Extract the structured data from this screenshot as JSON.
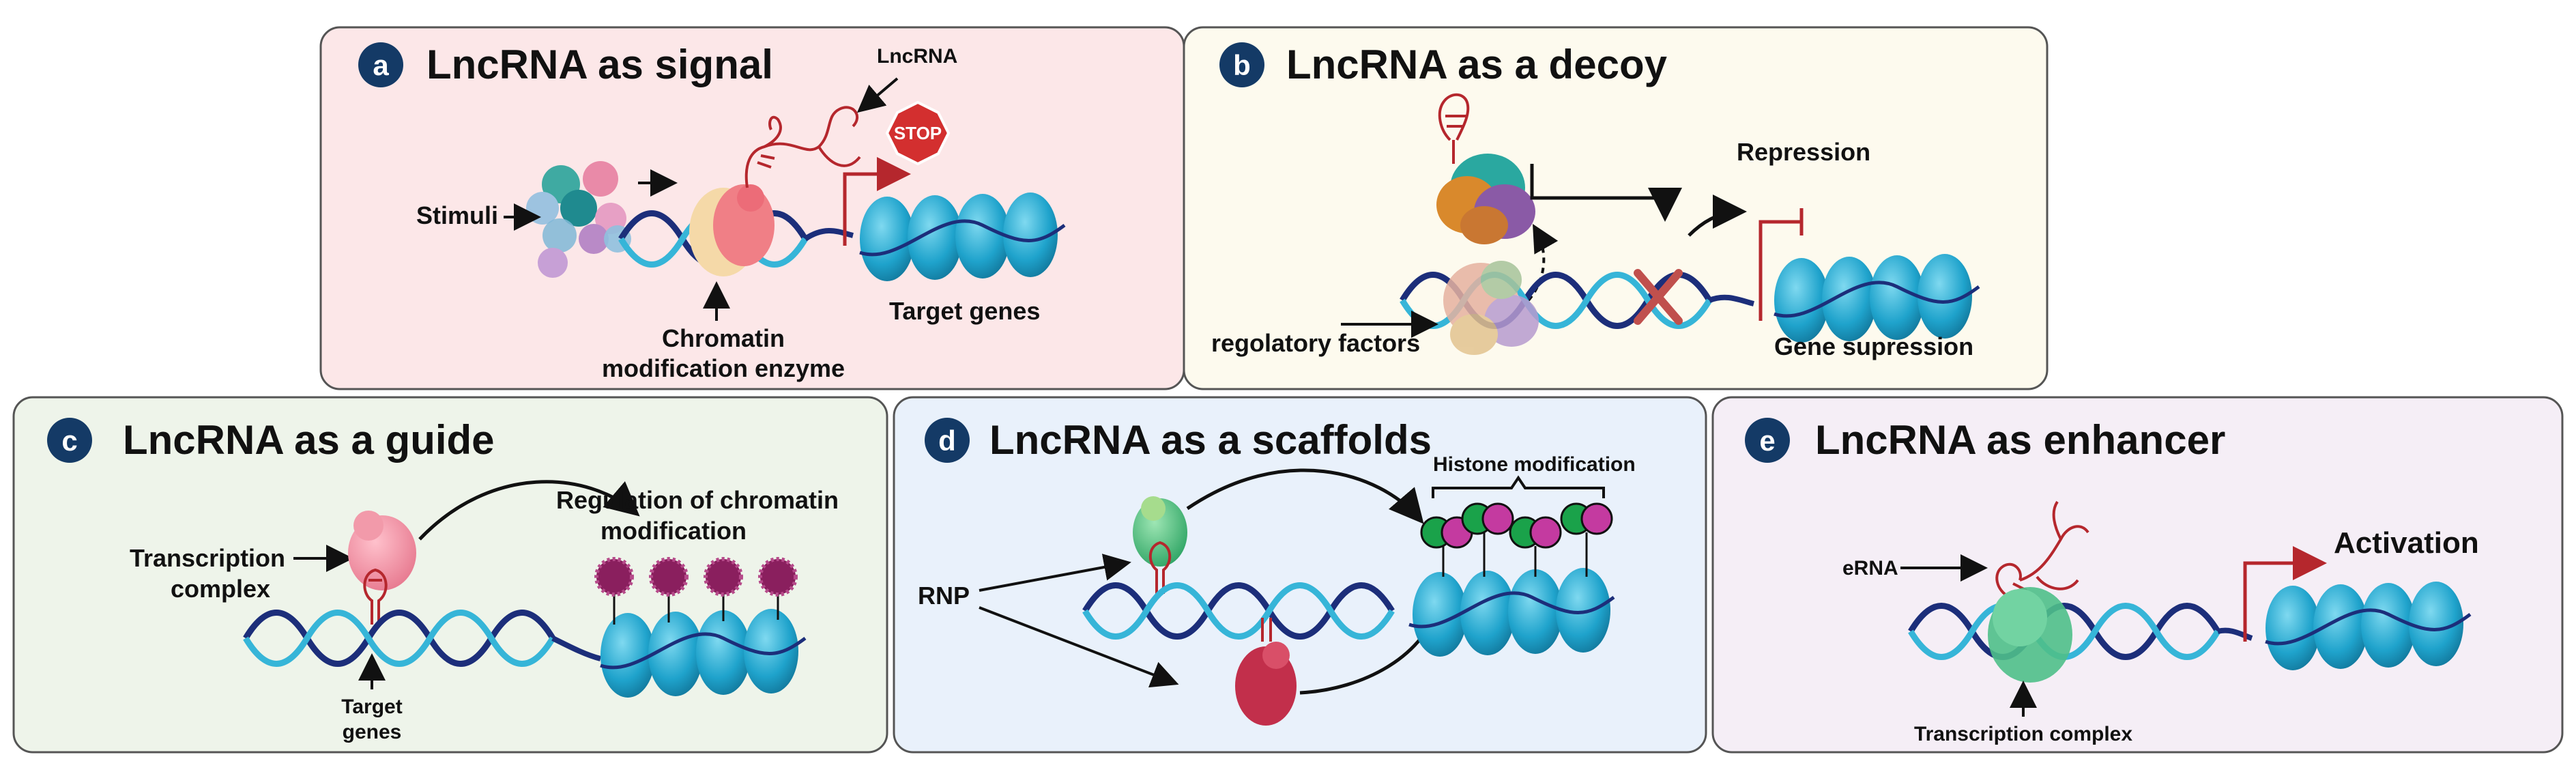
{
  "panels": {
    "a": {
      "letter": "a",
      "title": "LncRNA as signal",
      "labels": {
        "lncrna": "LncRNA",
        "stop": "STOP",
        "stimuli": "Stimuli",
        "enzyme_line1": "Chromatin",
        "enzyme_line2": "modification enzyme",
        "target": "Target genes"
      }
    },
    "b": {
      "letter": "b",
      "title": "LncRNA as a decoy",
      "labels": {
        "repression": "Repression",
        "factors": "regolatory factors",
        "suppression": "Gene supression"
      }
    },
    "c": {
      "letter": "c",
      "title": "LncRNA as a guide",
      "labels": {
        "complex_line1": "Transcription",
        "complex_line2": "complex",
        "reg_line1": "Regulation of chromatin",
        "reg_line2": "modification",
        "target_line1": "Target",
        "target_line2": "genes"
      }
    },
    "d": {
      "letter": "d",
      "title": "LncRNA as a scaffolds",
      "labels": {
        "histone": "Histone modification",
        "rnp": "RNP"
      }
    },
    "e": {
      "letter": "e",
      "title": "LncRNA as enhancer",
      "labels": {
        "erna": "eRNA",
        "activation": "Activation",
        "complex": "Transcription complex"
      }
    }
  },
  "colors": {
    "panel_a_bg": "#fce7e8",
    "panel_b_bg": "#fdfaee",
    "panel_c_bg": "#eef4ea",
    "panel_d_bg": "#e9f1fb",
    "panel_e_bg": "#f5eef6",
    "badge": "#143a66",
    "dna_dark": "#1c2e7a",
    "dna_light": "#36b5d8",
    "nucleosome": "#22a7cf",
    "lncrna": "#b5272d",
    "histone_mark_green": "#1aa24a",
    "histone_mark_magenta": "#c43aa0"
  }
}
